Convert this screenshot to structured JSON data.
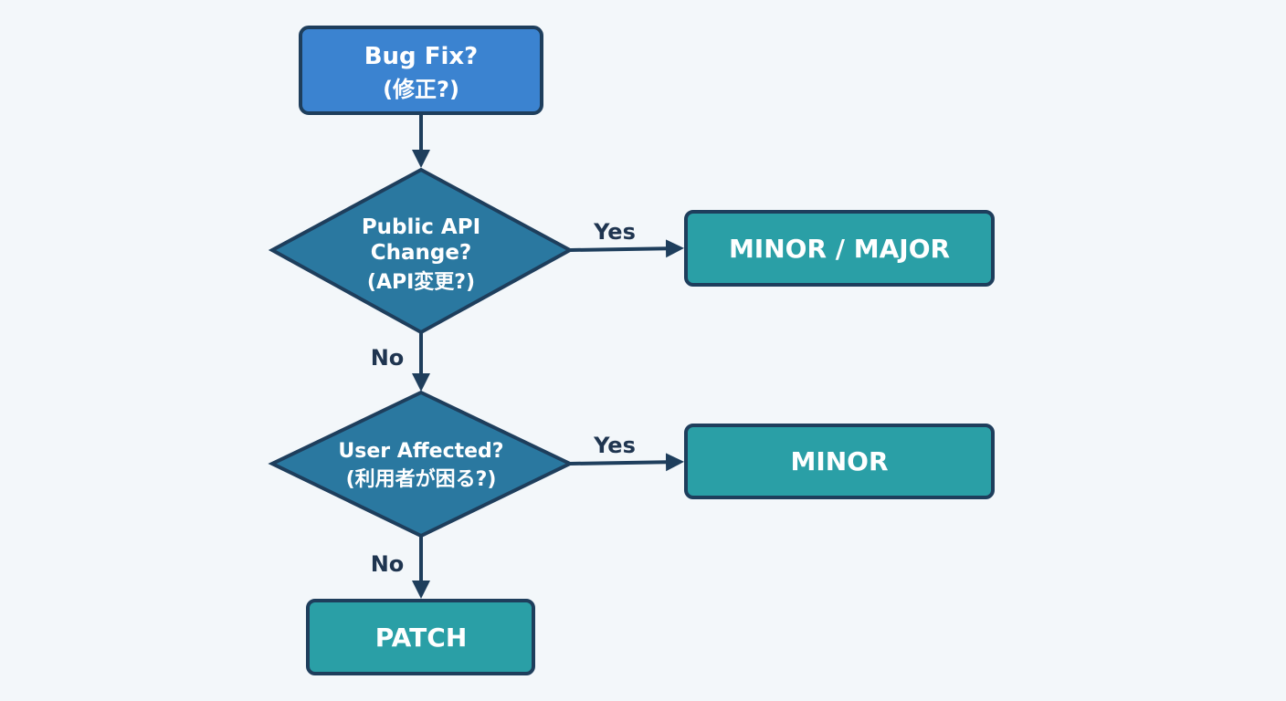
{
  "colors": {
    "background": "#f3f7fa",
    "start_fill": "#3b83d0",
    "decision_fill": "#2a78a0",
    "outcome_fill": "#2a9fa6",
    "stroke": "#1e3e5c",
    "label": "#1f3550"
  },
  "nodes": {
    "bug_fix": {
      "line1": "Bug Fix?",
      "line2": "(修正?)"
    },
    "api_change": {
      "line1": "Public API",
      "line2": "Change?",
      "line3": "(API変更?)"
    },
    "user_affected": {
      "line1": "User Affected?",
      "line2": "(利用者が困る?)"
    },
    "minor_major": {
      "label": "MINOR / MAJOR"
    },
    "minor": {
      "label": "MINOR"
    },
    "patch": {
      "label": "PATCH"
    }
  },
  "edges": {
    "api_yes": "Yes",
    "api_no": "No",
    "user_yes": "Yes",
    "user_no": "No"
  }
}
